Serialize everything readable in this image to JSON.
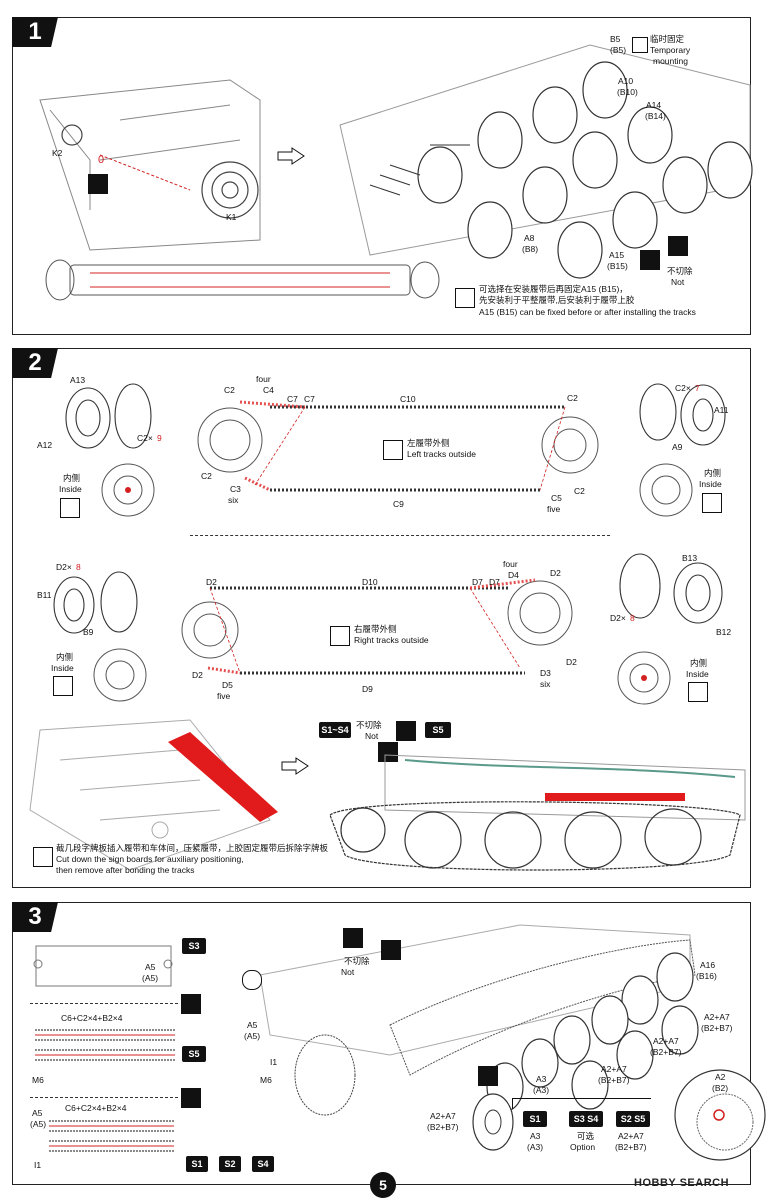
{
  "page": {
    "number": "5"
  },
  "watermark": "HOBBY SEARCH",
  "steps": [
    {
      "number": "1",
      "labels": {
        "k2": "K2",
        "k1": "K1",
        "zero": "0",
        "b5": "B5",
        "b5p": "(B5)",
        "temp_cn": "临时固定",
        "temp_en": "Temporary",
        "temp_en2": "mounting",
        "a10": "A10",
        "a10p": "(B10)",
        "a14": "A14",
        "a14p": "(B14)",
        "a8": "A8",
        "a8p": "(B8)",
        "a15": "A15",
        "a15p": "(B15)",
        "not_cn": "不切除",
        "not_en": "Not"
      },
      "note": {
        "cn1": "可选择在安装履带后再固定A15 (B15)，",
        "cn2": "先安装利于平整履带,后安装利于履带上胶",
        "en": "A15 (B15) can be fixed before or after installing the tracks"
      }
    },
    {
      "number": "2",
      "top": {
        "a13": "A13",
        "a12": "A12",
        "c2x": "C2×",
        "c2n": "9",
        "inside_cn": "内侧",
        "inside_en": "Inside",
        "c2a": "C2",
        "four": "four",
        "c4": "C4",
        "c7a": "C7",
        "c7b": "C7",
        "c10": "C10",
        "c2b": "C2",
        "c2c": "C2",
        "c3": "C3",
        "six": "six",
        "c9": "C9",
        "c5": "C5",
        "five": "five",
        "c2d": "C2",
        "left_cn": "左履带外侧",
        "left_en": "Left tracks outside",
        "c2x2": "C2×",
        "c2n2": "7",
        "a11": "A11",
        "a9": "A9",
        "inside_cn2": "内侧",
        "inside_en2": "Inside"
      },
      "mid": {
        "d2x": "D2×",
        "d2n": "8",
        "b11": "B11",
        "b9": "B9",
        "inside_cn": "内侧",
        "inside_en": "Inside",
        "d2a": "D2",
        "d10": "D10",
        "d7a": "D7",
        "d7b": "D7",
        "four": "four",
        "d4": "D4",
        "d2b": "D2",
        "d2c": "D2",
        "d5": "D5",
        "five": "five",
        "d9": "D9",
        "d3": "D3",
        "six": "six",
        "d2d": "D2",
        "right_cn": "右履带外侧",
        "right_en": "Right tracks outside",
        "b13": "B13",
        "d2x2": "D2×",
        "d2n2": "8",
        "b12": "B12",
        "inside_cn2": "内侧",
        "inside_en2": "Inside"
      },
      "bottom": {
        "s1s4": "S1~S4",
        "not_cn": "不切除",
        "not_en": "Not",
        "s5": "S5",
        "note_cn": "截几段字牌板插入履带和车体间，压紧履带，上胶固定履带后拆除字牌板",
        "note_en1": "Cut down the sign boards for auxiliary positioning,",
        "note_en2": "then remove after bonding the tracks"
      }
    },
    {
      "number": "3",
      "left": {
        "s3": "S3",
        "a5": "A5",
        "a5p": "(A5)",
        "c6": "C6+C2×4+B2×4",
        "s5": "S5",
        "m6": "M6",
        "a5b": "A5",
        "a5bp": "(A5)",
        "c6b": "C6+C2×4+B2×4",
        "i1": "I1",
        "s1": "S1",
        "s2": "S2",
        "s4": "S4"
      },
      "main": {
        "not_cn": "不切除",
        "not_en": "Not",
        "a5": "A5",
        "a5p": "(A5)",
        "i1": "I1",
        "m6": "M6",
        "a16": "A16",
        "a16p": "(B16)",
        "a2a7a": "A2+A7",
        "a2a7ap": "(B2+B7)",
        "a2a7b": "A2+A7",
        "a2a7bp": "(B2+B7)",
        "a2a7c": "A2+A7",
        "a2a7cp": "(B2+B7)",
        "a3": "A3",
        "a3p": "(A3)",
        "a2a7d": "A2+A7",
        "a2a7dp": "(B2+B7)",
        "a2": "A2",
        "a2p": "(B2)"
      },
      "legend": {
        "s1": "S1",
        "s1a": "A3",
        "s1b": "(A3)",
        "s3s4": "S3 S4",
        "opt_cn": "可选",
        "opt_en": "Option",
        "s2s5": "S2 S5",
        "s2a": "A2+A7",
        "s2b": "(B2+B7)"
      }
    }
  ]
}
